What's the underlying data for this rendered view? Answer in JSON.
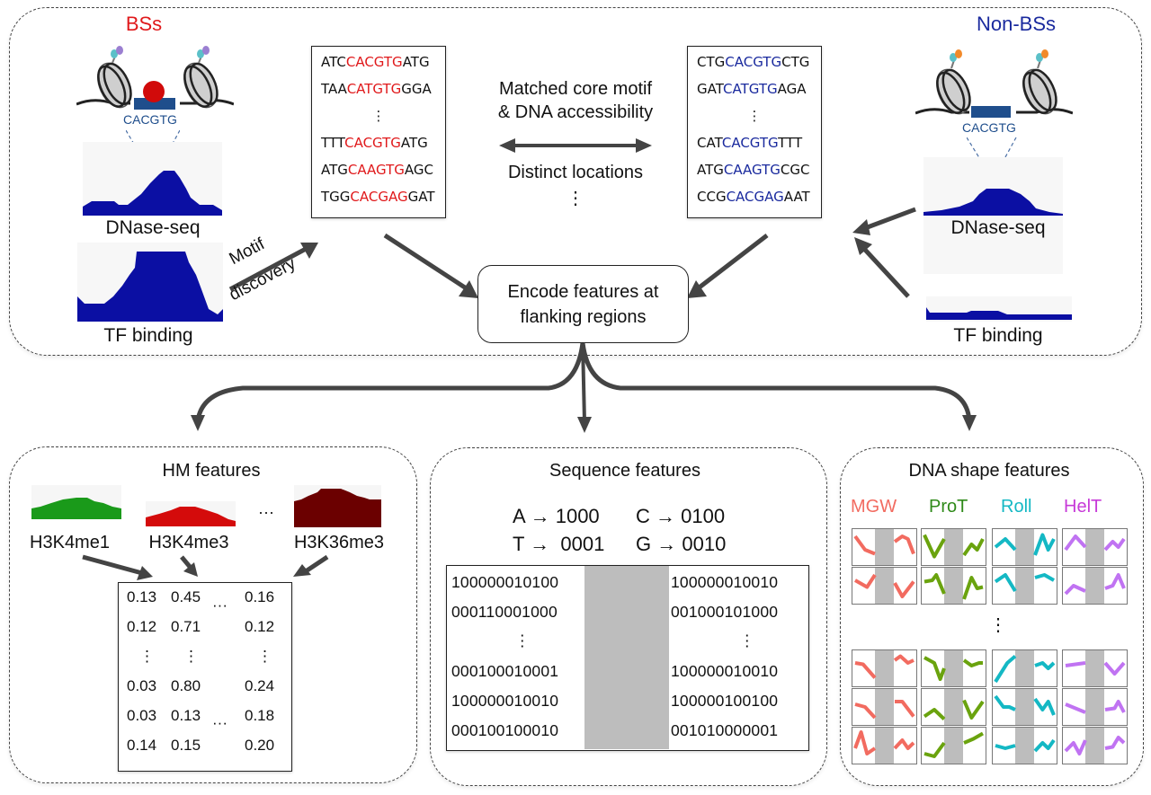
{
  "top_panel": {
    "bs_title": "BSs",
    "nonbs_title": "Non-BSs",
    "motif_label": "CACGTG",
    "dnase_label": "DNase-seq",
    "tf_label": "TF binding",
    "motif_discovery": [
      "Motif",
      "discovery"
    ],
    "comparison": {
      "line1": "Matched core motif",
      "line2": "& DNA accessibility",
      "line3": "Distinct locations",
      "ellipsis": "⋮"
    },
    "bs_sequences": [
      {
        "pre": "ATC",
        "core": "CACGTG",
        "post": "ATG"
      },
      {
        "pre": "TAA",
        "core": "CATGTG",
        "post": "GGA"
      },
      {
        "ellipsis": "⋮"
      },
      {
        "pre": "TTT",
        "core": "CACGTG",
        "post": "ATG"
      },
      {
        "pre": "ATG",
        "core": "CAAGTG",
        "post": "AGC"
      },
      {
        "pre": "TGG",
        "core": "CACGAG",
        "post": "GAT"
      }
    ],
    "nonbs_sequences": [
      {
        "pre": "CTG",
        "core": "CACGTG",
        "post": "CTG"
      },
      {
        "pre": "GAT",
        "core": "CATGTG",
        "post": "AGA"
      },
      {
        "ellipsis": "⋮"
      },
      {
        "pre": "CAT",
        "core": "CACGTG",
        "post": "TTT"
      },
      {
        "pre": "ATG",
        "core": "CAAGTG",
        "post": "CGC"
      },
      {
        "pre": "CCG",
        "core": "CACGAG",
        "post": "AAT"
      }
    ],
    "encode_box": [
      "Encode features at",
      "flanking regions"
    ]
  },
  "hm_panel": {
    "title": "HM features",
    "marks": [
      {
        "name": "H3K4me1",
        "color": "#1a9a1a"
      },
      {
        "name": "H3K4me3",
        "color": "#d40b0b"
      },
      {
        "name": "H3K36me3",
        "color": "#6b0000"
      }
    ],
    "ellipsis": "···",
    "matrix": [
      [
        "0.13",
        "0.45",
        "0.16"
      ],
      [
        "0.12",
        "0.71",
        "0.12"
      ],
      [
        "⋮",
        "⋮",
        "⋮"
      ],
      [
        "0.03",
        "0.80",
        "0.24"
      ],
      [
        "0.03",
        "0.13",
        "0.18"
      ],
      [
        "0.14",
        "0.15",
        "0.20"
      ]
    ],
    "matrix_ellipsis": "···"
  },
  "seq_panel": {
    "title": "Sequence features",
    "encoding": [
      {
        "base": "A",
        "code": "1000"
      },
      {
        "base": "C",
        "code": "0100"
      },
      {
        "base": "T",
        "code": "0001"
      },
      {
        "base": "G",
        "code": "0010"
      }
    ],
    "arrow": "→",
    "left_rows": [
      "100000010100",
      "000110001000",
      "⋮",
      "000100010001",
      "100000010010",
      "000100100010"
    ],
    "right_rows": [
      "100000010010",
      "001000101000",
      "⋮",
      "100000010010",
      "100000100100",
      "001010000001"
    ]
  },
  "shape_panel": {
    "title": "DNA shape features",
    "features": [
      {
        "name": "MGW",
        "color": "#f26b60"
      },
      {
        "name": "ProT",
        "color": "#6aa30e"
      },
      {
        "name": "Roll",
        "color": "#14b8c4"
      },
      {
        "name": "HelT",
        "color": "#c073f2"
      }
    ],
    "ellipsis": "⋮"
  }
}
